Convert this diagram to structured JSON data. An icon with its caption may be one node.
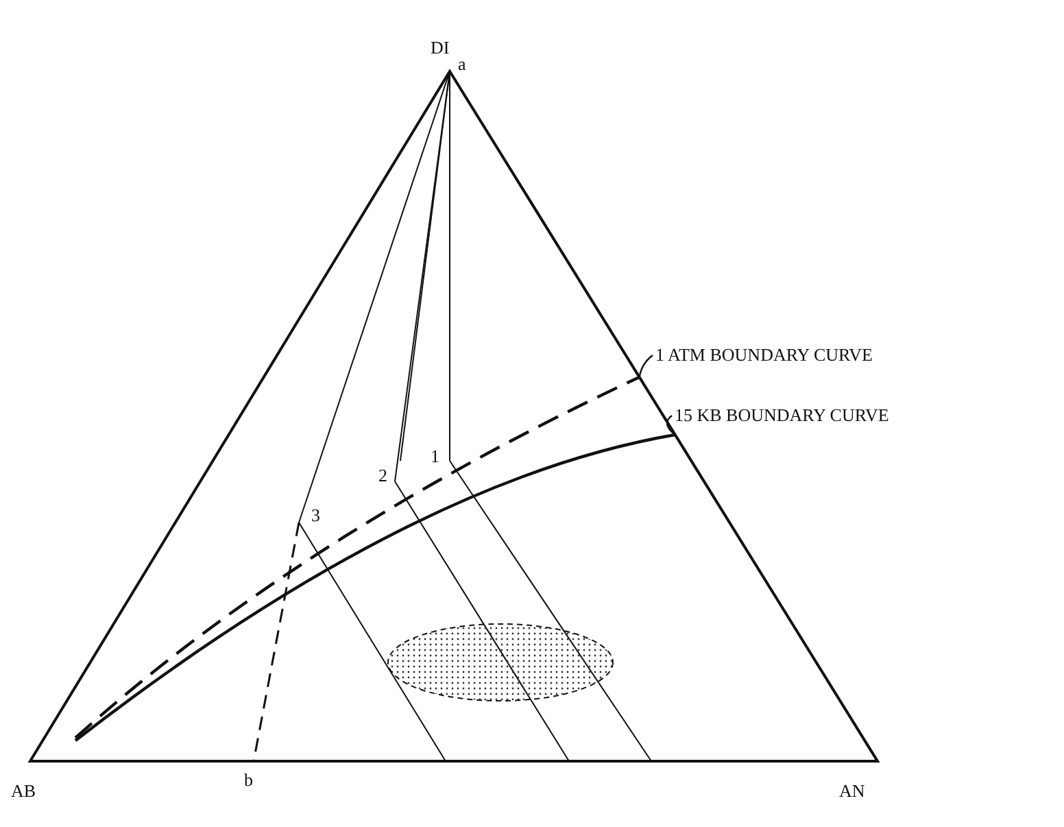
{
  "diagram": {
    "nodes": [
      {
        "text": [
          "1 ATM BOUNDARY CURVE"
        ]
      },
      {
        "text": [
          "15 KB BOUNDARY CURVE"
        ]
      }
    ],
    "edges": [
      {
        "from": 0,
        "to": null,
        "arrow": "none"
      },
      {
        "from": 1,
        "to": null,
        "arrow": "none"
      }
    ],
    "labels": [
      "DI",
      "a",
      "2",
      "1",
      "3",
      "AB",
      "b",
      "AN"
    ]
  }
}
